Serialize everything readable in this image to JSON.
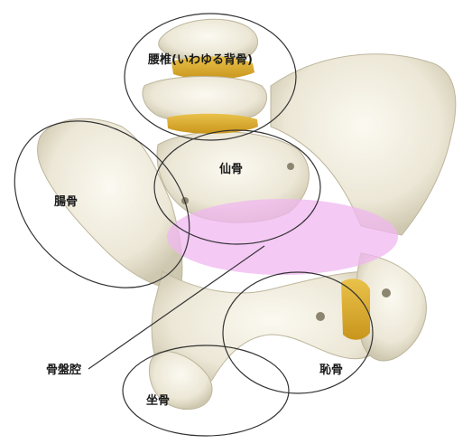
{
  "labels": {
    "lumbar": "腰椎(いわゆる背骨)",
    "sacrum": "仙骨",
    "ilium": "腸骨",
    "pelvic_cavity": "骨盤腔",
    "pubis": "恥骨",
    "ischium": "坐骨"
  },
  "colors": {
    "bone": "#eeeadc",
    "bone_shadow": "#c9c3ae",
    "disc": "#e2b62e",
    "cavity_fill": "#f0b7f0",
    "outline": "#333333"
  }
}
